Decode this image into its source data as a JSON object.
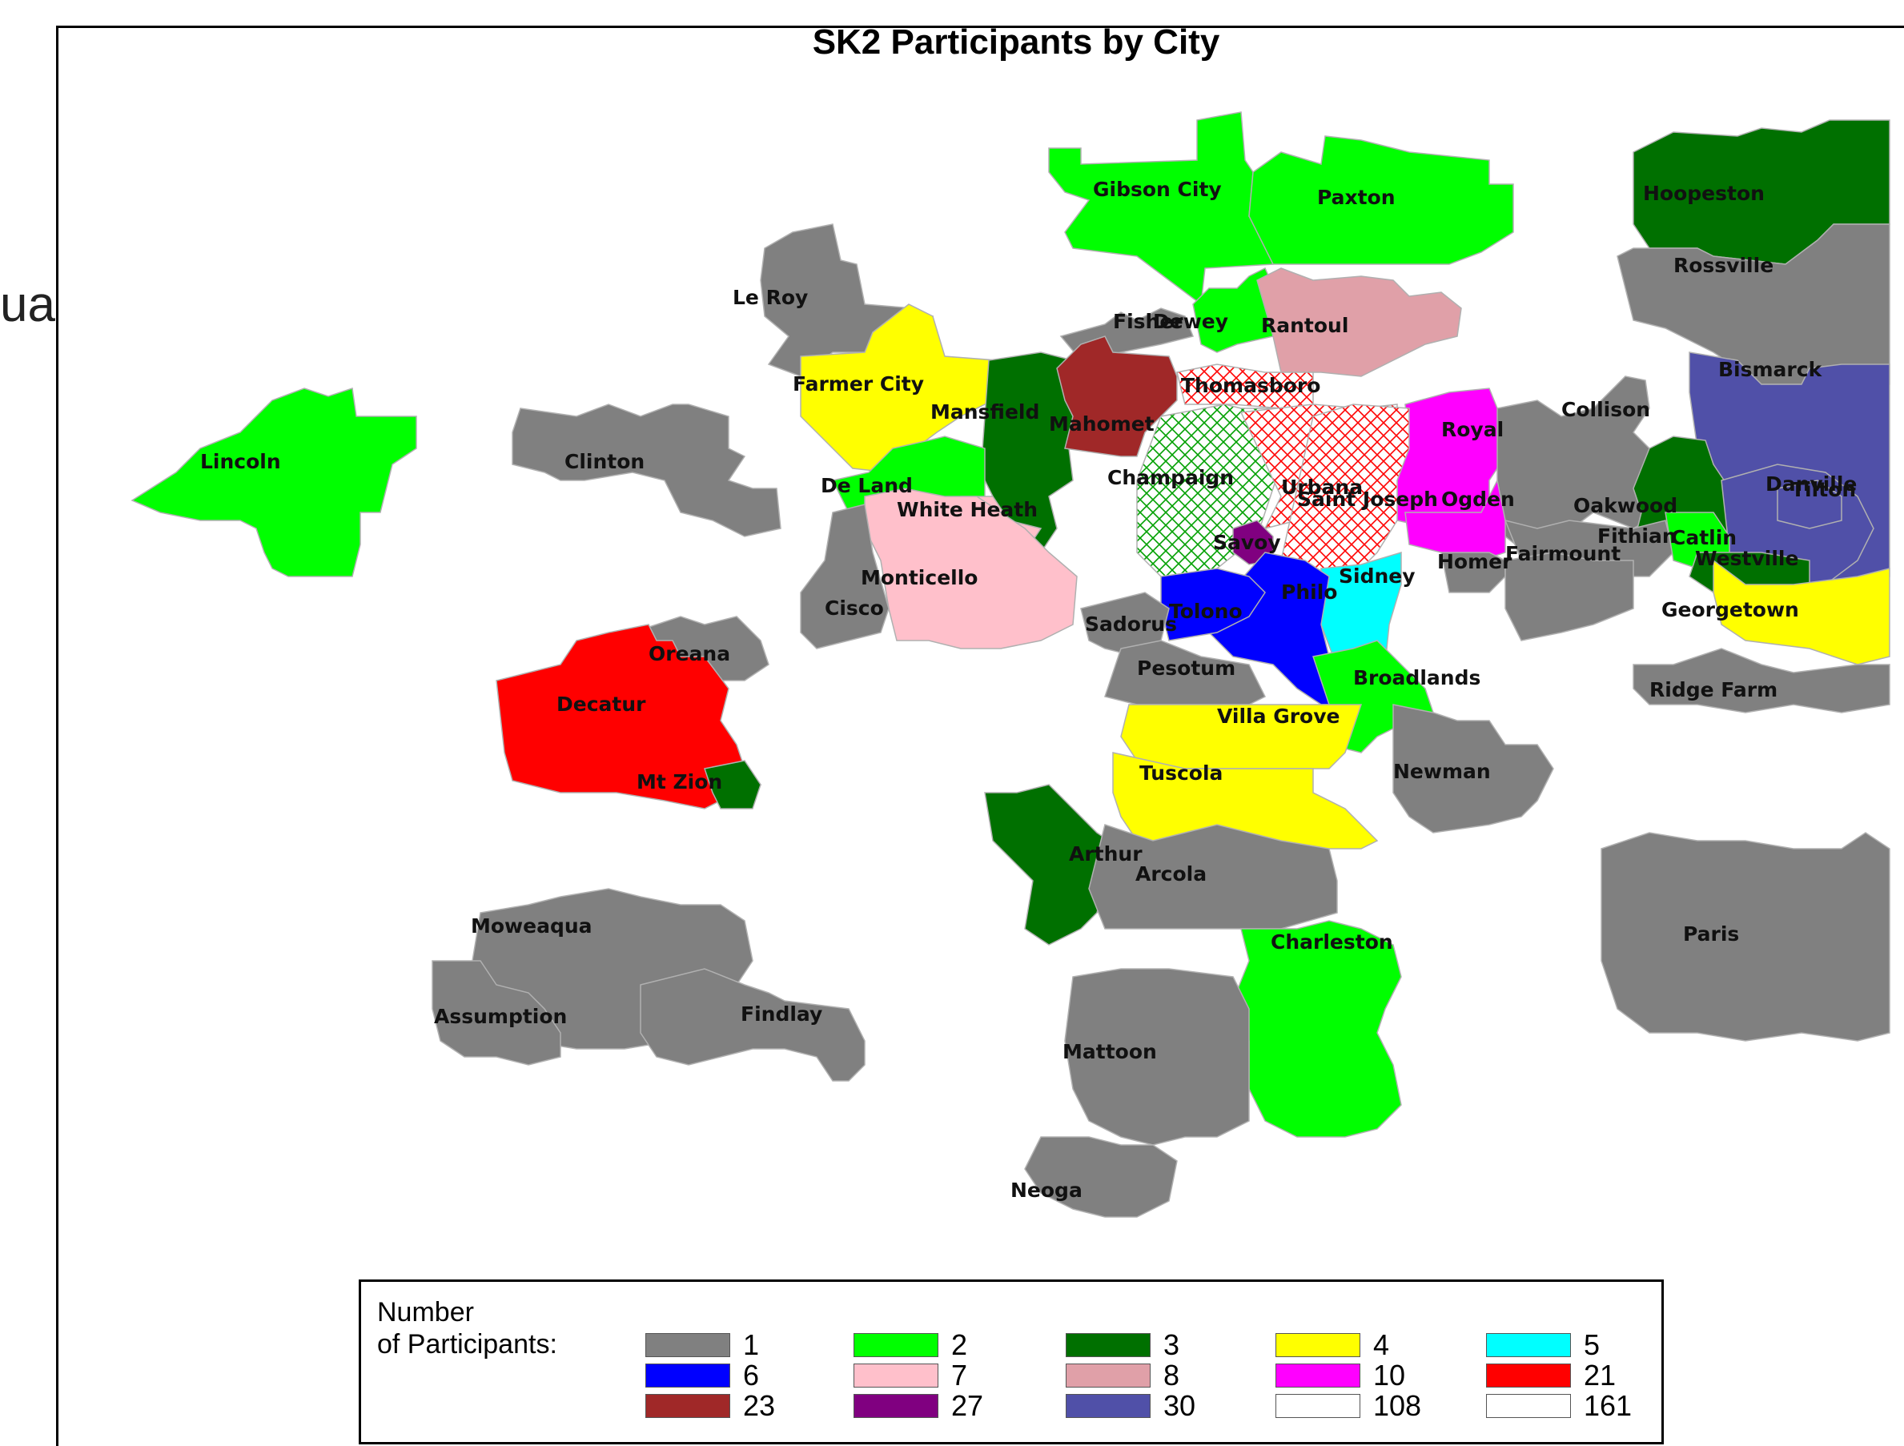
{
  "stray_text": "ua",
  "map": {
    "title": "SK2 Participants by City",
    "colors": {
      "1": "#808080",
      "2": "#00ff00",
      "3": "#007000",
      "4": "#ffff00",
      "5": "#00ffff",
      "6": "#0000ff",
      "7": "#ffc0cb",
      "8": "#e0a0a8",
      "10": "#ff00ff",
      "21": "#ff0000",
      "23": "#a02828",
      "27": "#800080",
      "30": "#5050a8",
      "108": "#ff0000",
      "161": "#00a000"
    },
    "cities": [
      {
        "name": "Gibson City",
        "count": 2
      },
      {
        "name": "Paxton",
        "count": 2
      },
      {
        "name": "Hoopeston",
        "count": 3
      },
      {
        "name": "Rossville",
        "count": 1
      },
      {
        "name": "Le Roy",
        "count": 1
      },
      {
        "name": "Fisher",
        "count": 1
      },
      {
        "name": "Dewey",
        "count": 2
      },
      {
        "name": "Rantoul",
        "count": 8
      },
      {
        "name": "Farmer City",
        "count": 4
      },
      {
        "name": "Mansfield",
        "count": 3
      },
      {
        "name": "Mahomet",
        "count": 23
      },
      {
        "name": "Thomasboro",
        "count": 108
      },
      {
        "name": "Bismarck",
        "count": 30
      },
      {
        "name": "Royal",
        "count": 10
      },
      {
        "name": "Collison",
        "count": 1
      },
      {
        "name": "Lincoln",
        "count": 2
      },
      {
        "name": "Clinton",
        "count": 1
      },
      {
        "name": "De Land",
        "count": 2
      },
      {
        "name": "White Heath",
        "count": 7
      },
      {
        "name": "Champaign",
        "count": 161
      },
      {
        "name": "Urbana",
        "count": 108
      },
      {
        "name": "Saint Joseph",
        "count": 108
      },
      {
        "name": "Ogden",
        "count": 10
      },
      {
        "name": "Oakwood",
        "count": 3
      },
      {
        "name": "Danville",
        "count": 30
      },
      {
        "name": "Tilton",
        "count": 30
      },
      {
        "name": "Savoy",
        "count": 27
      },
      {
        "name": "Fithian",
        "count": 1
      },
      {
        "name": "Catlin",
        "count": 2
      },
      {
        "name": "Homer",
        "count": 1
      },
      {
        "name": "Fairmount",
        "count": 1
      },
      {
        "name": "Westville",
        "count": 3
      },
      {
        "name": "Monticello",
        "count": 7
      },
      {
        "name": "Sidney",
        "count": 5
      },
      {
        "name": "Philo",
        "count": 6
      },
      {
        "name": "Tolono",
        "count": 6
      },
      {
        "name": "Cisco",
        "count": 1
      },
      {
        "name": "Sadorus",
        "count": 1
      },
      {
        "name": "Georgetown",
        "count": 4
      },
      {
        "name": "Oreana",
        "count": 1
      },
      {
        "name": "Pesotum",
        "count": 1
      },
      {
        "name": "Broadlands",
        "count": 2
      },
      {
        "name": "Ridge Farm",
        "count": 1
      },
      {
        "name": "Decatur",
        "count": 21
      },
      {
        "name": "Villa Grove",
        "count": 4
      },
      {
        "name": "Mt Zion",
        "count": 3
      },
      {
        "name": "Tuscola",
        "count": 4
      },
      {
        "name": "Newman",
        "count": 1
      },
      {
        "name": "Arthur",
        "count": 3
      },
      {
        "name": "Arcola",
        "count": 1
      },
      {
        "name": "Moweaqua",
        "count": 1
      },
      {
        "name": "Charleston",
        "count": 2
      },
      {
        "name": "Paris",
        "count": 1
      },
      {
        "name": "Assumption",
        "count": 1
      },
      {
        "name": "Findlay",
        "count": 1
      },
      {
        "name": "Mattoon",
        "count": 1
      },
      {
        "name": "Neoga",
        "count": 1
      }
    ]
  },
  "legend": {
    "title": "Number\nof Participants:",
    "items": [
      {
        "label": "1",
        "color": "#808080",
        "pattern": "solid"
      },
      {
        "label": "2",
        "color": "#00ff00",
        "pattern": "solid"
      },
      {
        "label": "3",
        "color": "#007000",
        "pattern": "solid"
      },
      {
        "label": "4",
        "color": "#ffff00",
        "pattern": "solid"
      },
      {
        "label": "5",
        "color": "#00ffff",
        "pattern": "solid"
      },
      {
        "label": "6",
        "color": "#0000ff",
        "pattern": "solid"
      },
      {
        "label": "7",
        "color": "#ffc0cb",
        "pattern": "solid"
      },
      {
        "label": "8",
        "color": "#e0a0a8",
        "pattern": "solid"
      },
      {
        "label": "10",
        "color": "#ff00ff",
        "pattern": "solid"
      },
      {
        "label": "21",
        "color": "#ff0000",
        "pattern": "solid"
      },
      {
        "label": "23",
        "color": "#a02828",
        "pattern": "solid"
      },
      {
        "label": "27",
        "color": "#800080",
        "pattern": "solid"
      },
      {
        "label": "30",
        "color": "#5050a8",
        "pattern": "solid"
      },
      {
        "label": "108",
        "color": "#ff0000",
        "pattern": "crosshatch"
      },
      {
        "label": "161",
        "color": "#00a000",
        "pattern": "crosshatch"
      }
    ]
  }
}
